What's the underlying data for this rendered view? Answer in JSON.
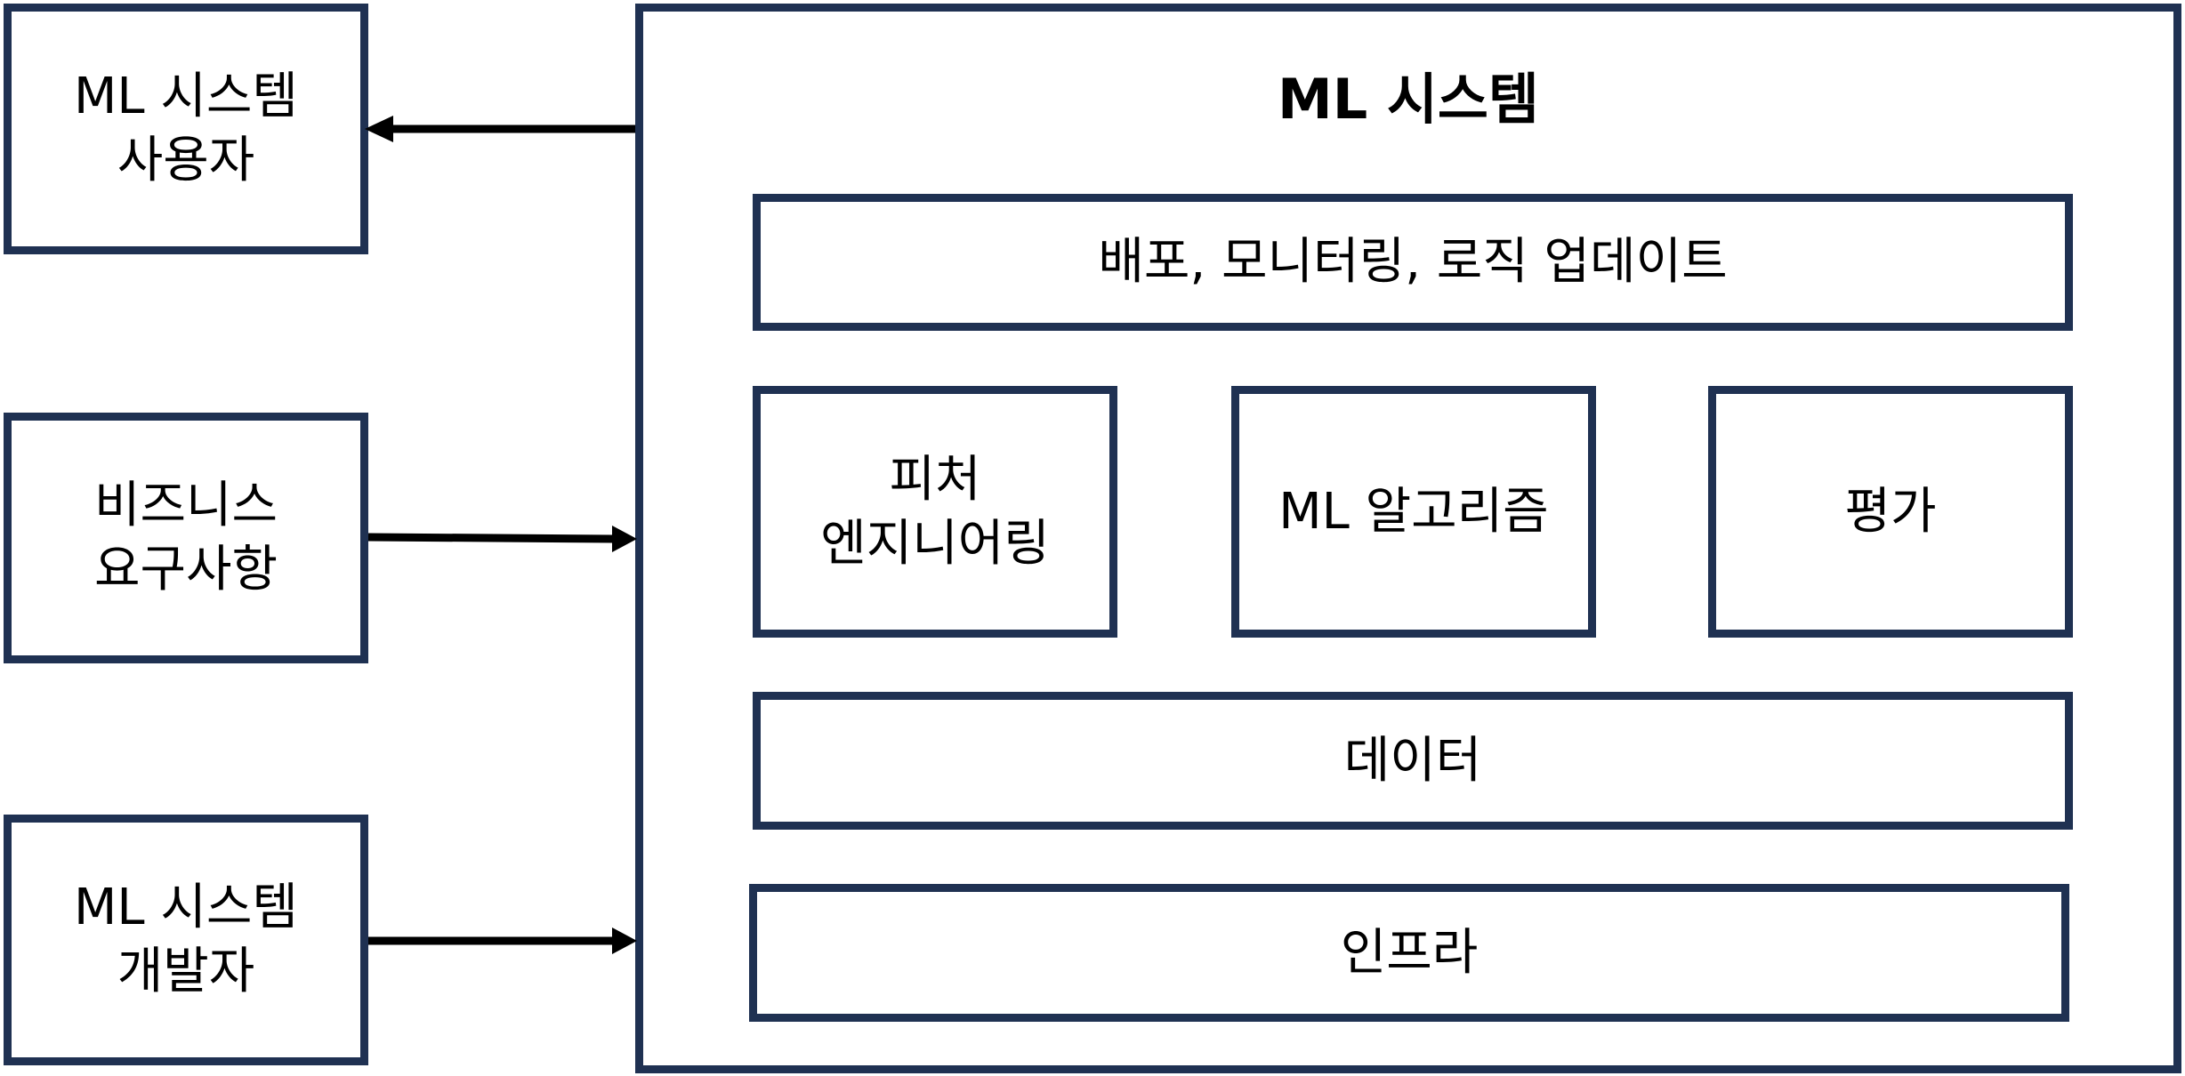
{
  "system": {
    "title": "ML 시스템",
    "layers": {
      "deploy": "배포, 모니터링, 로직 업데이트",
      "feature": "피처\n엔지니어링",
      "algorithm": "ML 알고리즘",
      "evaluation": "평가",
      "data": "데이터",
      "infra": "인프라"
    }
  },
  "actors": {
    "user": "ML 시스템\n사용자",
    "business": "비즈니스\n요구사항",
    "developer": "ML 시스템\n개발자"
  },
  "colors": {
    "box_border": "#1f3152",
    "arrow": "#000000"
  }
}
